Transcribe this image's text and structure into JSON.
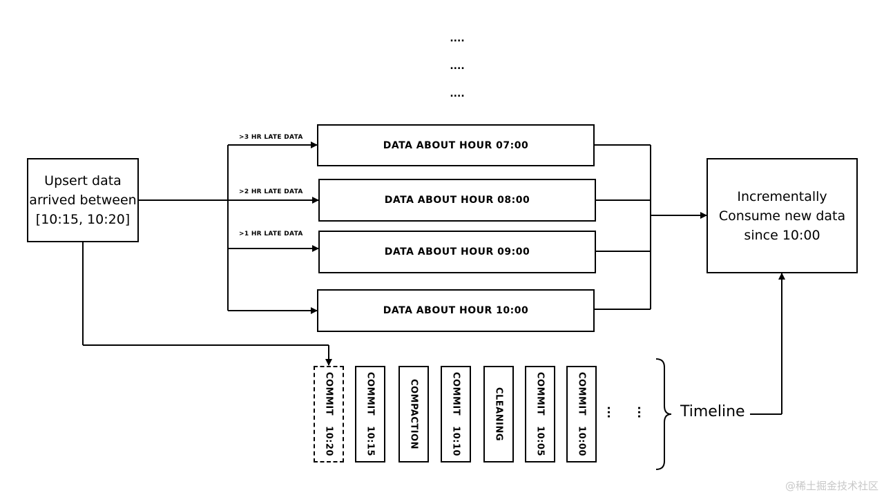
{
  "top_ellipsis": [
    "....",
    "....",
    "...."
  ],
  "source": {
    "label": "Upsert data\narrived between\n[10:15, 10:20]"
  },
  "late_labels": [
    ">3 HR LATE DATA",
    ">2 HR LATE DATA",
    ">1 HR LATE DATA"
  ],
  "hour_boxes": [
    "DATA ABOUT HOUR 07:00",
    "DATA ABOUT HOUR 08:00",
    "DATA ABOUT HOUR 09:00",
    "DATA ABOUT HOUR 10:00"
  ],
  "consumer": {
    "label": "Incrementally Consume new data since 10:00"
  },
  "timeline": {
    "actions": [
      {
        "label": "COMMIT   10:20",
        "dashed": true
      },
      {
        "label": "COMMIT   10:15",
        "dashed": false
      },
      {
        "label": "COMPACTION",
        "dashed": false
      },
      {
        "label": "COMMIT   10:10",
        "dashed": false
      },
      {
        "label": "CLEANING",
        "dashed": false
      },
      {
        "label": "COMMIT   10:05",
        "dashed": false
      },
      {
        "label": "COMMIT   10:00",
        "dashed": false
      }
    ],
    "trailing_dots": [
      "...",
      "..."
    ],
    "label": "Timeline"
  },
  "watermark": "@稀土掘金技术社区"
}
